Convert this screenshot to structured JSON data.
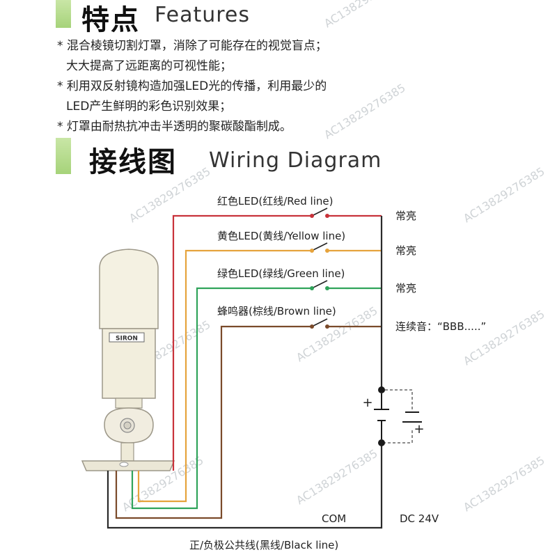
{
  "features": {
    "title_cn": "特点",
    "title_en": "Features",
    "lines": [
      "* 混合棱镜切割灯罩，消除了可能存在的视觉盲点；",
      "  大大提高了远距离的可视性能；",
      "* 利用双反射镜构造加强LED光的传播，利用最少的",
      "  LED产生鲜明的彩色识别效果；",
      "* 灯罩由耐热抗冲击半透明的聚碳酸酯制成。"
    ]
  },
  "wiring": {
    "title_cn": "接线图",
    "title_en": "Wiring Diagram",
    "device_brand": "SIRON",
    "lines": [
      {
        "label": "红色LED(红线/Red line)",
        "state": "常亮",
        "color": "#c8323a"
      },
      {
        "label": "黄色LED(黄线/Yellow line)",
        "state": "常亮",
        "color": "#e6a33c"
      },
      {
        "label": "绿色LED(绿线/Green line)",
        "state": "常亮",
        "color": "#2fa35a"
      },
      {
        "label": "蜂鸣器(棕线/Brown line)",
        "state": "连续音：“BBB.....”",
        "color": "#7a4a2a"
      }
    ],
    "com_label": "COM",
    "dc_label": "DC 24V",
    "common_label": "正/负极公共线(黑线/Black line)",
    "plus": "+",
    "minus": "-",
    "common_color": "#2a2a2a"
  },
  "watermark": "AC13829276385"
}
